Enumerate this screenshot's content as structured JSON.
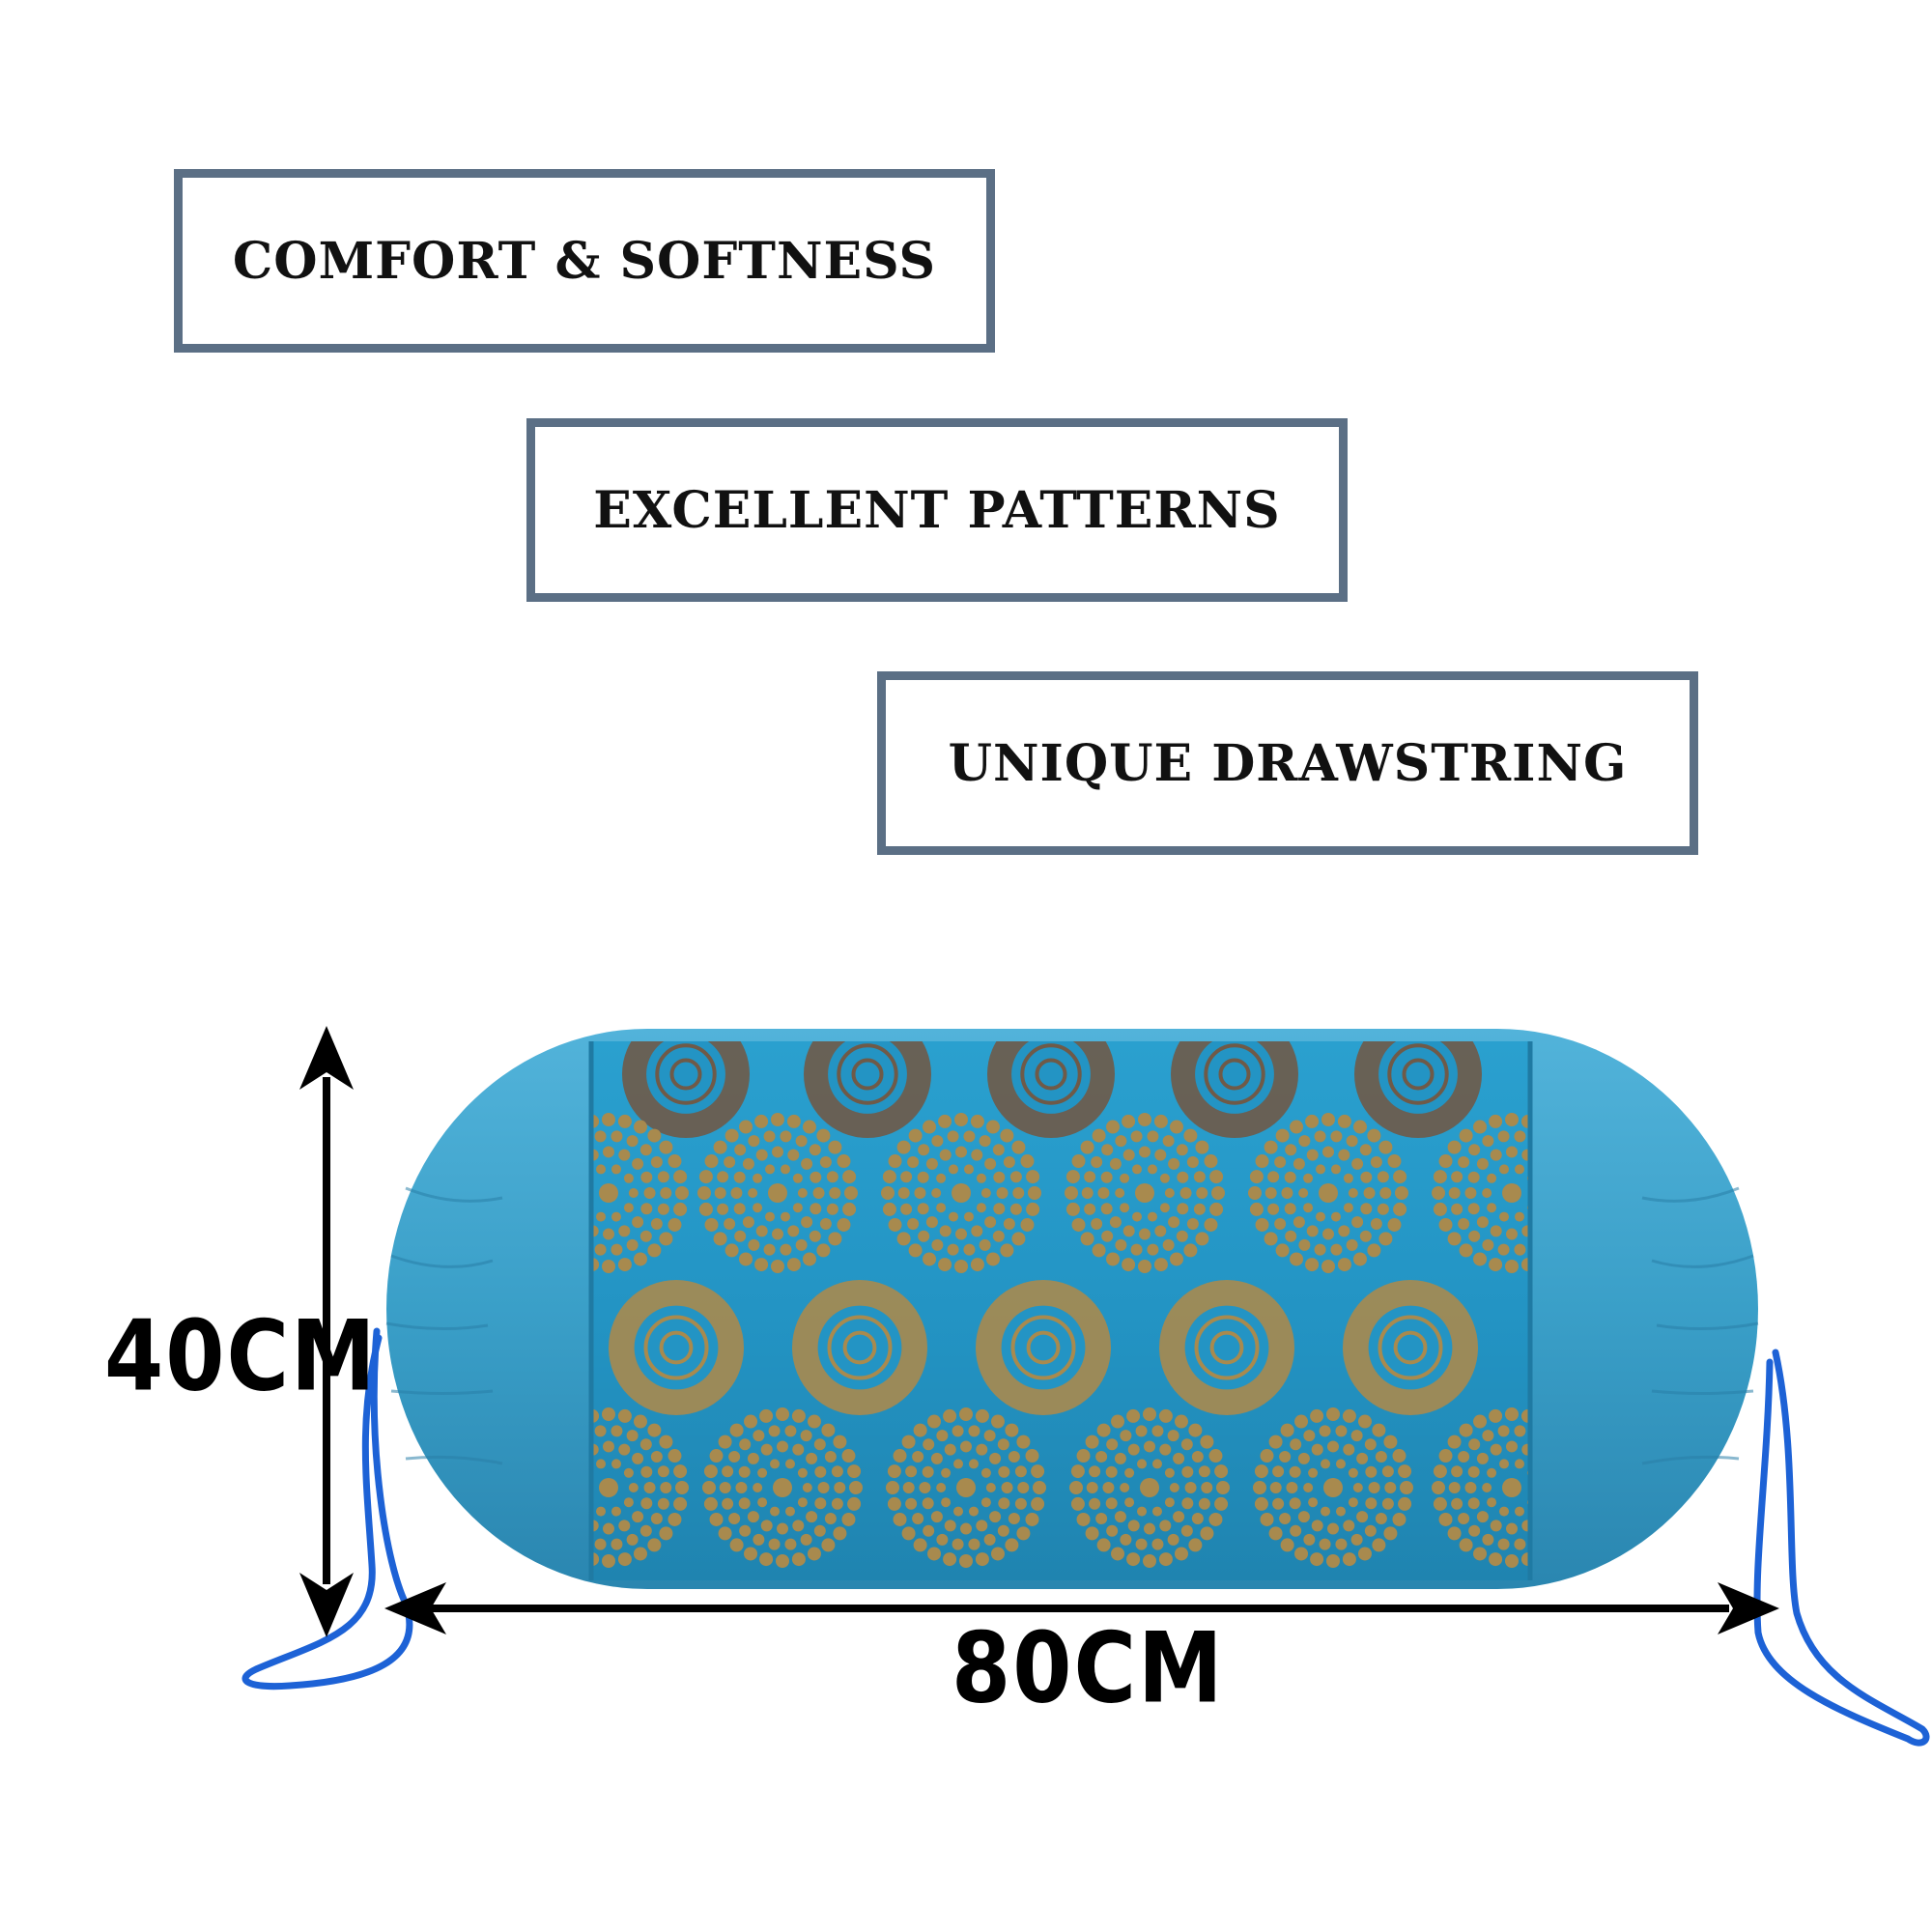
{
  "features": [
    {
      "label": "COMFORT & SOFTNESS"
    },
    {
      "label": "EXCELLENT PATTERNS"
    },
    {
      "label": "UNIQUE DRAWSTRING"
    }
  ],
  "dimensions": {
    "height": "40CM",
    "width": "80CM"
  },
  "colors": {
    "box_border": "#5b6f85",
    "pillow_body": "#3a9fc8",
    "pillow_band": "#2394c4",
    "motif_gold": "#a88a4e",
    "motif_dark": "#6f5a48",
    "drawstring": "#1d62d6",
    "arrow": "#000000"
  },
  "icons": [
    "arrow-up-icon",
    "arrow-down-icon",
    "arrow-left-icon",
    "arrow-right-icon"
  ]
}
